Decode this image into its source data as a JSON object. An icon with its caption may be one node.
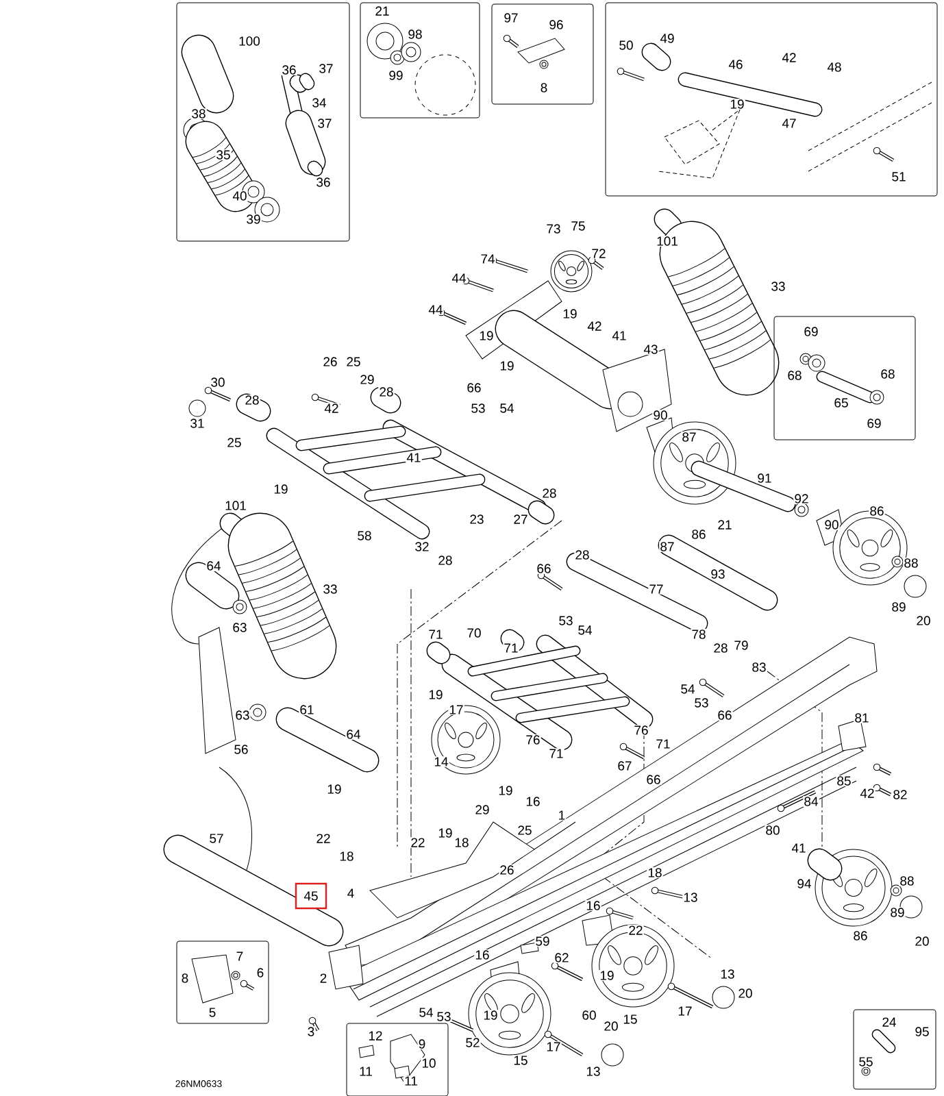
{
  "diagram": {
    "nodes": [
      {
        "text": [
          "45"
        ]
      }
    ],
    "labels": [
      "100",
      "36",
      "37",
      "38",
      "34",
      "35",
      "37",
      "36",
      "40",
      "39",
      "21",
      "98",
      "99",
      "97",
      "96",
      "8",
      "50",
      "49",
      "46",
      "42",
      "48",
      "19",
      "47",
      "51",
      "73",
      "75",
      "72",
      "74",
      "101",
      "33",
      "44",
      "44",
      "19",
      "19",
      "42",
      "41",
      "43",
      "19",
      "66",
      "53",
      "54",
      "69",
      "68",
      "65",
      "68",
      "69",
      "26",
      "25",
      "29",
      "28",
      "30",
      "28",
      "42",
      "31",
      "25",
      "90",
      "87",
      "41",
      "19",
      "91",
      "101",
      "92",
      "28",
      "23",
      "27",
      "58",
      "86",
      "21",
      "90",
      "86",
      "32",
      "28",
      "64",
      "33",
      "66",
      "28",
      "87",
      "93",
      "77",
      "53",
      "54",
      "88",
      "89",
      "20",
      "63",
      "71",
      "70",
      "71",
      "78",
      "28",
      "79",
      "83",
      "54",
      "53",
      "66",
      "19",
      "17",
      "63",
      "61",
      "64",
      "76",
      "76",
      "71",
      "71",
      "81",
      "56",
      "14",
      "67",
      "66",
      "85",
      "42",
      "82",
      "84",
      "19",
      "19",
      "16",
      "29",
      "1",
      "25",
      "22",
      "18",
      "22",
      "19",
      "18",
      "26",
      "80",
      "41",
      "57",
      "4",
      "94",
      "18",
      "13",
      "16",
      "88",
      "89",
      "22",
      "7",
      "16",
      "59",
      "62",
      "86",
      "20",
      "8",
      "6",
      "2",
      "19",
      "13",
      "20",
      "5",
      "3",
      "12",
      "9",
      "54",
      "53",
      "52",
      "19",
      "17",
      "60",
      "20",
      "15",
      "17",
      "24",
      "95",
      "11",
      "10",
      "15",
      "13",
      "55",
      "26NM0633",
      "11"
    ]
  }
}
